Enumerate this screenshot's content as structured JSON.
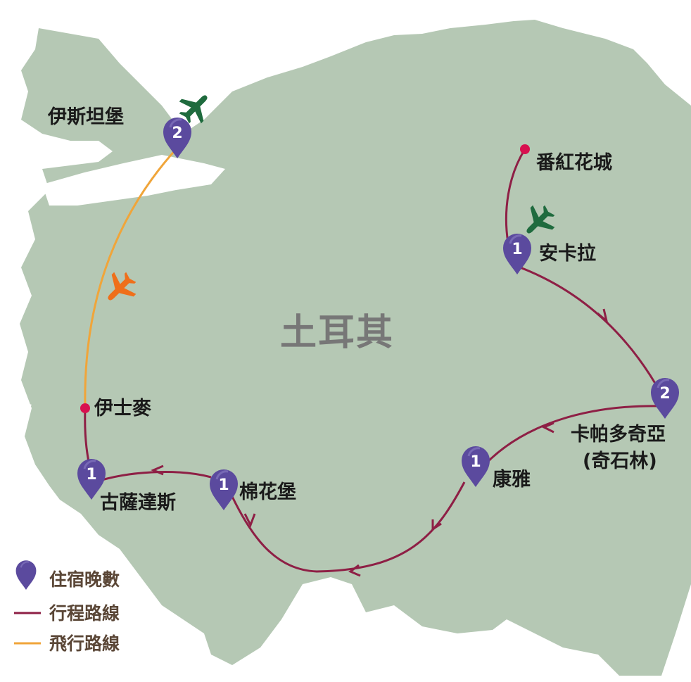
{
  "map": {
    "country": "土耳其",
    "cities": {
      "istanbul": "伊斯坦堡",
      "safranbolu": "番紅花城",
      "ankara": "安卡拉",
      "cappadocia_line1": "卡帕多奇亞",
      "cappadocia_line2": "(奇石林)",
      "konya": "康雅",
      "pamukkale": "棉花堡",
      "kusadasi": "古薩達斯",
      "izmir": "伊士麥"
    },
    "nights": {
      "istanbul": "2",
      "ankara": "1",
      "cappadocia": "2",
      "konya": "1",
      "pamukkale": "1",
      "kusadasi": "1"
    },
    "colors": {
      "land": "#b5c8b4",
      "sea": "#ffffff",
      "route": "#8e1f45",
      "flight": "#f0a53a",
      "pin": "#5b4a9e",
      "start_dot": "#d8104f",
      "plane_green": "#1f6b3e",
      "plane_orange": "#ef6f1a"
    },
    "icons": [
      "map-pin-icon",
      "airplane-icon",
      "route-arrow-icon"
    ]
  },
  "legend": {
    "nights_label": "住宿晚數",
    "route_label": "行程路線",
    "flight_label": "飛行路線"
  }
}
